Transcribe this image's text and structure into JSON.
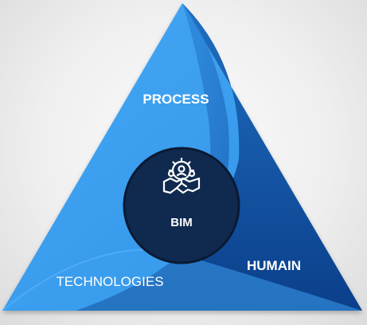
{
  "diagram": {
    "center_label": "BIM",
    "center_icon": "team-handshake-icon",
    "segments": [
      {
        "id": "process",
        "label": "PROCESS"
      },
      {
        "id": "humain",
        "label": "HUMAIN"
      },
      {
        "id": "technologies",
        "label": "TECHNOLOGIES"
      }
    ]
  },
  "colors": {
    "light_blue": "#3a9ff0",
    "mid_blue": "#1c6fc4",
    "dark_blue": "#0b3f8a",
    "center_fill": "#0f2a4e",
    "center_stroke": "#0a1a33",
    "text": "#ffffff"
  }
}
